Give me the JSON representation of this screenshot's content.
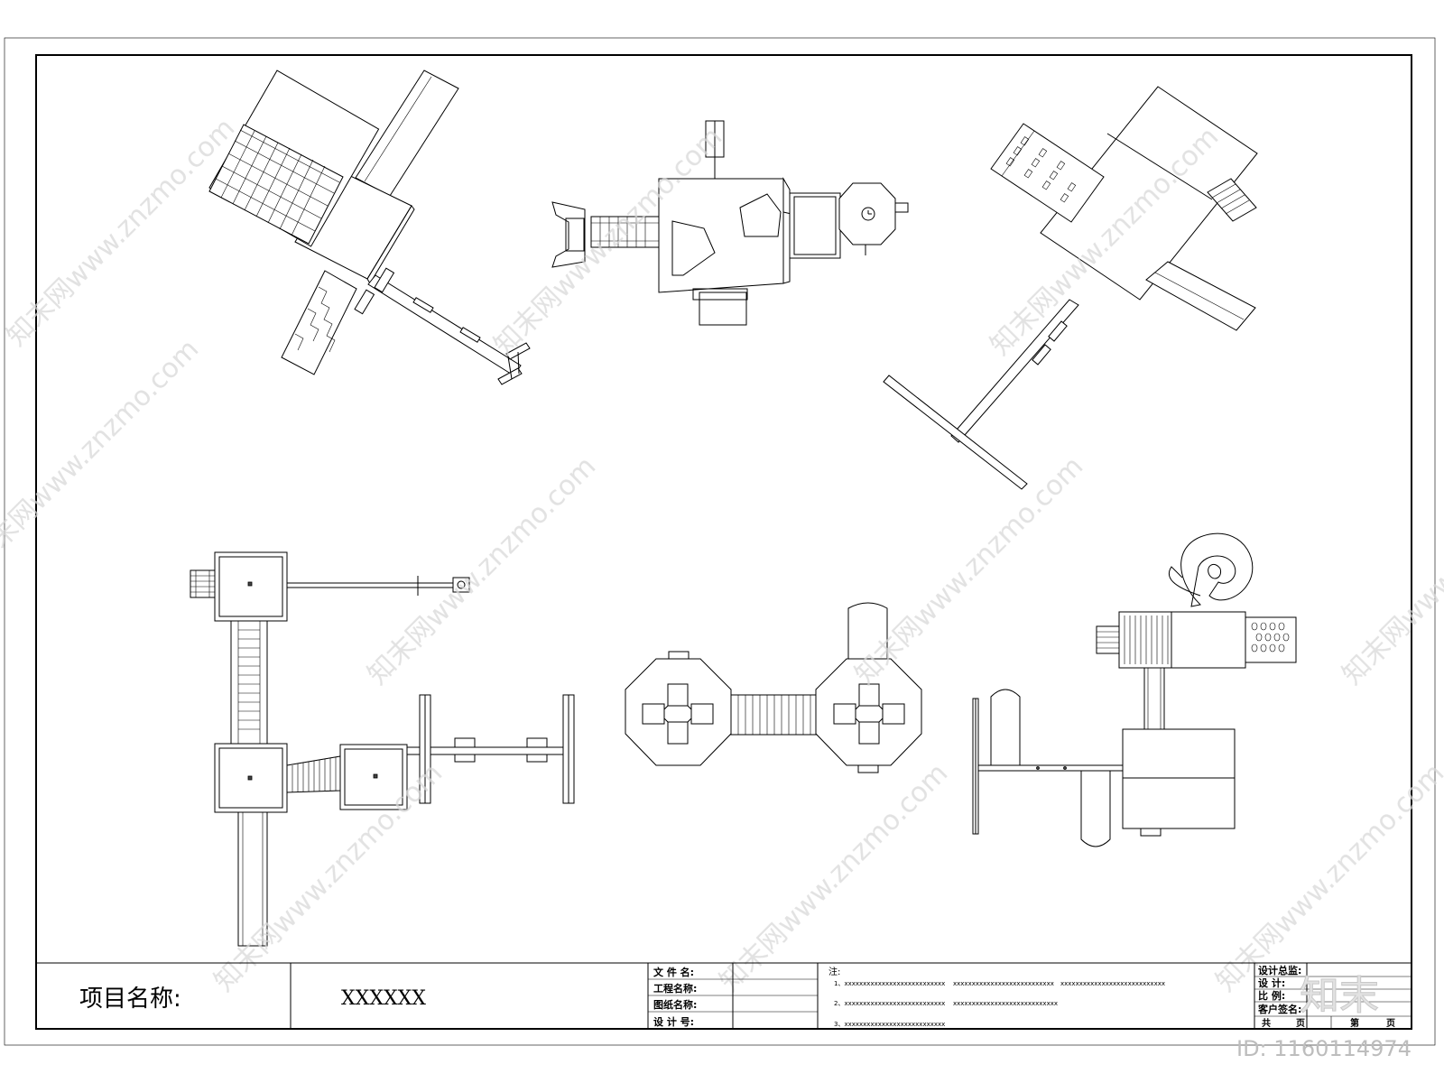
{
  "watermark": {
    "text": "知末网www.znzmo.com",
    "logo": "知末",
    "id_label": "ID: 1160114974"
  },
  "title_block": {
    "project_label": "项目名称:",
    "project_value": "XXXXXX",
    "fields": [
      {
        "label": "文 件 名:",
        "value": ""
      },
      {
        "label": "工程名称:",
        "value": ""
      },
      {
        "label": "图纸名称:",
        "value": ""
      },
      {
        "label": "设 计 号:",
        "value": ""
      }
    ],
    "notes_heading": "注:",
    "notes": [
      {
        "line1": "1、xxxxxxxxxxxxxxxxxxxxxxxxxxx",
        "line2": "xxxxxxxxxxxxxxxxxxxxxxxxxxx",
        "line3": "xxxxxxxxxxxxxxxxxxxxxxxxxxxx"
      },
      {
        "line1": "2、xxxxxxxxxxxxxxxxxxxxxxxxxxx",
        "line2": "xxxxxxxxxxxxxxxxxxxxxxxxxxxx",
        "line3": ""
      },
      {
        "line1": "3、xxxxxxxxxxxxxxxxxxxxxxxxxxx",
        "line2": "",
        "line3": ""
      }
    ],
    "right_fields": [
      {
        "label": "设计总监:"
      },
      {
        "label": "设    计:"
      },
      {
        "label": "比    例:"
      },
      {
        "label": "客户签名:"
      }
    ],
    "page_total": "共",
    "page_unit": "页",
    "page_current": "第",
    "page_unit2": "页"
  }
}
